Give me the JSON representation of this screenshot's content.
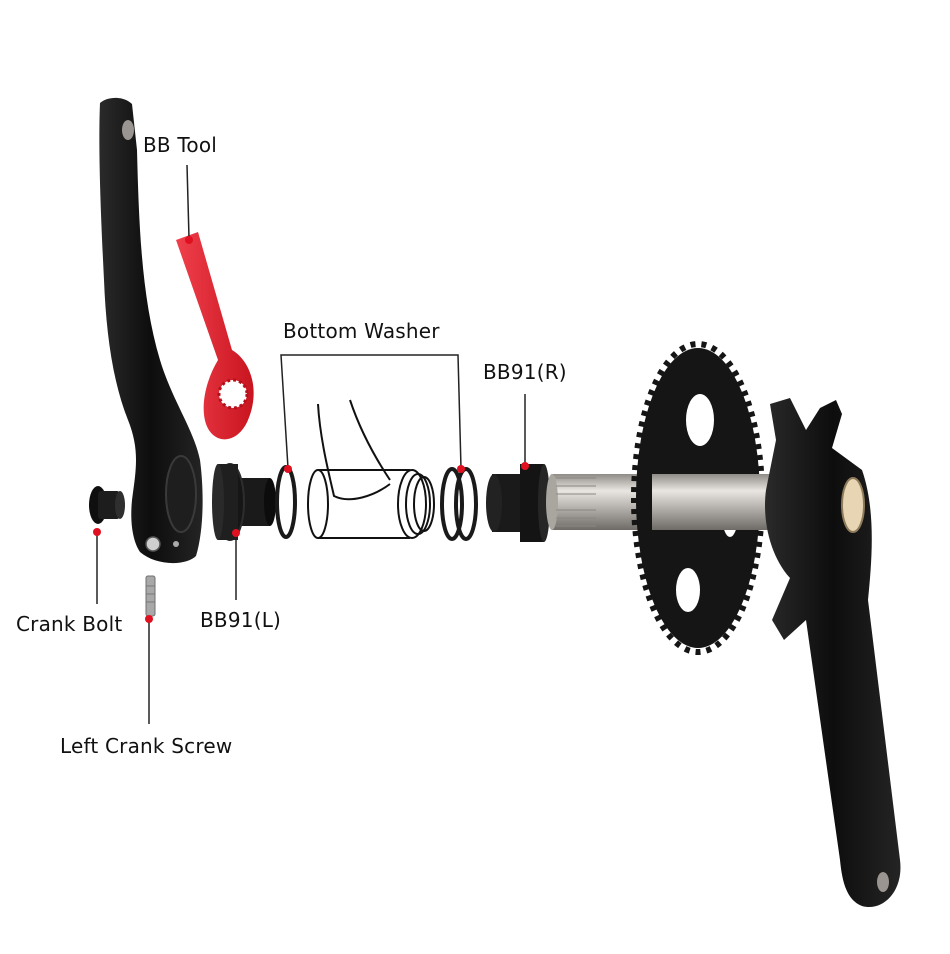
{
  "diagram": {
    "labels": {
      "bb_tool": "BB Tool",
      "bottom_washer": "Bottom Washer",
      "bb91_right": "BB91(R)",
      "crank_bolt": "Crank Bolt",
      "bb91_left": "BB91(L)",
      "left_crank_screw": "Left Crank Screw"
    },
    "colors": {
      "background": "#ffffff",
      "crank_arm": "#151515",
      "bb_tool": "#e0202f",
      "leader_dot": "#e01020",
      "leader_line": "#222222",
      "spindle": "#b9b5b0"
    }
  }
}
